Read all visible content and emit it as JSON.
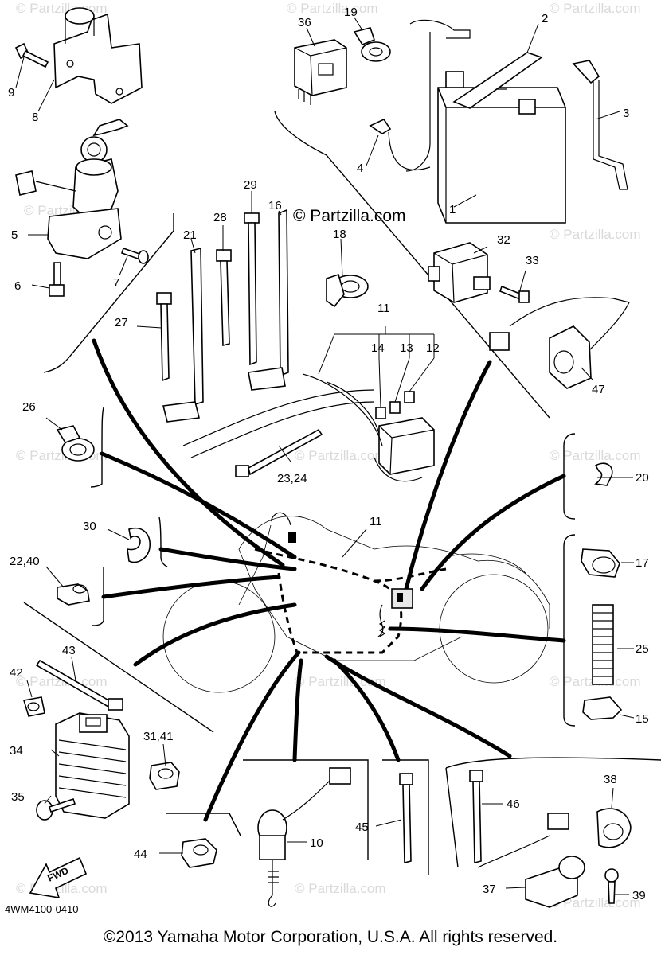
{
  "diagram": {
    "title": "",
    "code": "4WM4100-0410",
    "watermark_main": "© Partzilla.com",
    "watermark_tile": "© Partzilla.com",
    "fwd_label": "FWD",
    "copyright": "©2013 Yamaha Motor Corporation, U.S.A. All rights reserved.",
    "callouts": {
      "c1": "1",
      "c2": "2",
      "c3": "3",
      "c4": "4",
      "c5": "5",
      "c6": "6",
      "c7": "7",
      "c8": "8",
      "c9": "9",
      "c10": "10",
      "c11a": "11",
      "c11b": "11",
      "c12": "12",
      "c13": "13",
      "c14": "14",
      "c15": "15",
      "c16": "16",
      "c17": "17",
      "c18": "18",
      "c19": "19",
      "c20": "20",
      "c21": "21",
      "c22_40": "22,40",
      "c23_24": "23,24",
      "c25": "25",
      "c26": "26",
      "c27": "27",
      "c28": "28",
      "c29": "29",
      "c30": "30",
      "c31_41": "31,41",
      "c32": "32",
      "c33": "33",
      "c34": "34",
      "c35": "35",
      "c36": "36",
      "c37": "37",
      "c38": "38",
      "c39": "39",
      "c42": "42",
      "c43": "43",
      "c44": "44",
      "c45": "45",
      "c46": "46",
      "c47": "47"
    }
  }
}
